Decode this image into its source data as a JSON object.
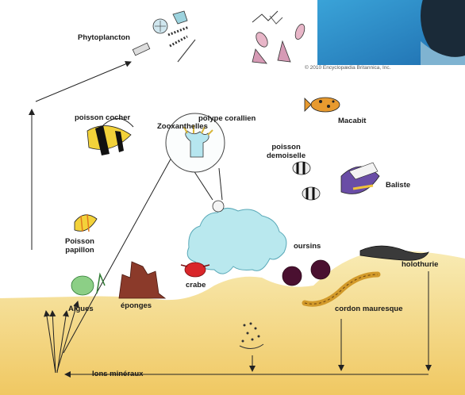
{
  "labels": {
    "phytoplancton": "Phytoplancton",
    "poisson_cocher": "poisson cocher",
    "zooxanthelles": "Zooxanthelles",
    "polype_corallien": "polype corallien",
    "macabit": "Macabit",
    "poisson_demoiselle": "poisson\ndemoiselle",
    "baliste": "Baliste",
    "poisson_papillon": "Poisson\npapillon",
    "oursins": "oursins",
    "holothurie": "holothurie",
    "algues": "Algues",
    "eponges": "éponges",
    "crabe": "crabe",
    "cordon_mauresque": "cordon mauresque",
    "ions_mineraux": "Ions minéraux"
  },
  "credit": "© 2010 Encyclopædia Britannica, Inc.",
  "colors": {
    "sand_top": "#f7e7a6",
    "sand_bottom": "#f0c85e",
    "arrow": "#222222",
    "coral": "#b9e8ee",
    "sponge": "#8b3a2a",
    "crab": "#d9262a",
    "urchin": "#4a1030"
  }
}
